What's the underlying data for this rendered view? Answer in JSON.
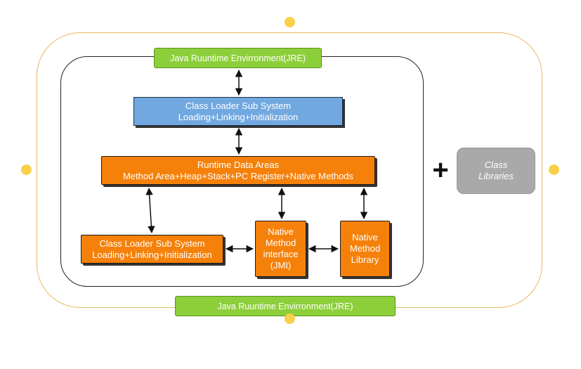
{
  "jre_top_label": "Java Ruuntime Envirronment(JRE)",
  "jre_bottom_label": "Java Ruuntime Envirronment(JRE)",
  "class_loader_top": {
    "line1": "Class Loader Sub System",
    "line2": "Loading+Linking+Initialization"
  },
  "runtime_data_areas": {
    "line1": "Runtime Data Areas",
    "line2": "Method  Area+Heap+Stack+PC Register+Native Methods"
  },
  "class_loader_bottom": {
    "line1": "Class Loader Sub System",
    "line2": "Loading+Linking+Initialization"
  },
  "native_method_interface": {
    "line1": "Native",
    "line2": "Method",
    "line3": "interface",
    "line4": "(JMI)"
  },
  "native_method_library": {
    "line1": "Native",
    "line2": "Method",
    "line3": "Library"
  },
  "plus_sign": "+",
  "class_libraries": {
    "line1": "Class",
    "line2": "Libraries"
  },
  "colors": {
    "green": "#8dcf3a",
    "blue": "#71a8e0",
    "orange": "#f5810a",
    "grey": "#a9a9a9",
    "handle": "#f9cf4b",
    "frame_border": "#e8b860"
  }
}
